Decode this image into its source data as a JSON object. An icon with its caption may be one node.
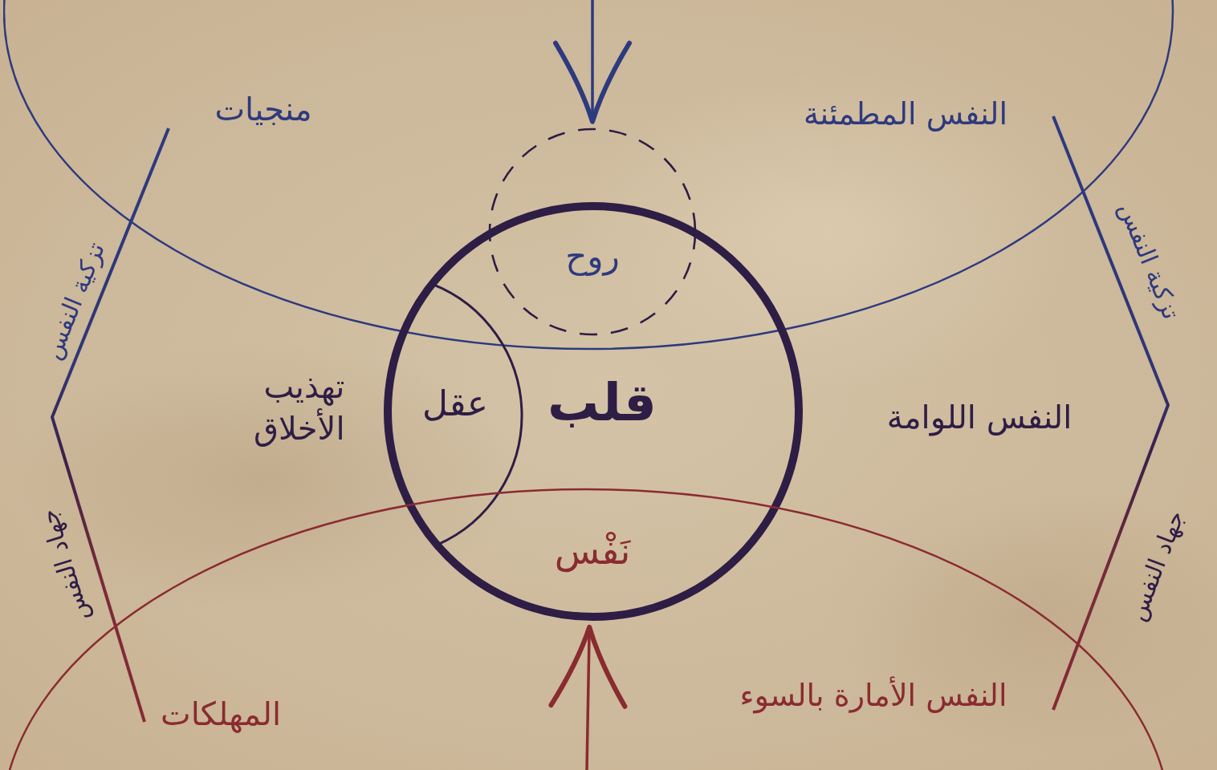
{
  "diagram": {
    "nodes": [
      {
        "text": [
          "النفس المطمئنة",
          "منجيات"
        ]
      },
      {
        "text": [
          "روح"
        ],
        "in": 0
      },
      {
        "text": [
          "قلب",
          "نَفْس"
        ]
      },
      {
        "text": [
          "عقل"
        ],
        "in": 2
      },
      {
        "text": [
          "النفس الأمارة بالسوء",
          "المهلكات"
        ]
      }
    ],
    "edges": [
      {
        "from": null,
        "to": 1,
        "arrow": "to",
        "color": "#2e3a7e"
      },
      {
        "from": 4,
        "to": 2,
        "arrow": "to",
        "color": "#8a2b30"
      }
    ],
    "labels": [
      "تزكية النفس",
      "تزكية النفس",
      "النفس اللوامة",
      "تهذيب الأخلاق",
      "جهاد النفس",
      "جهاد النفس"
    ]
  }
}
